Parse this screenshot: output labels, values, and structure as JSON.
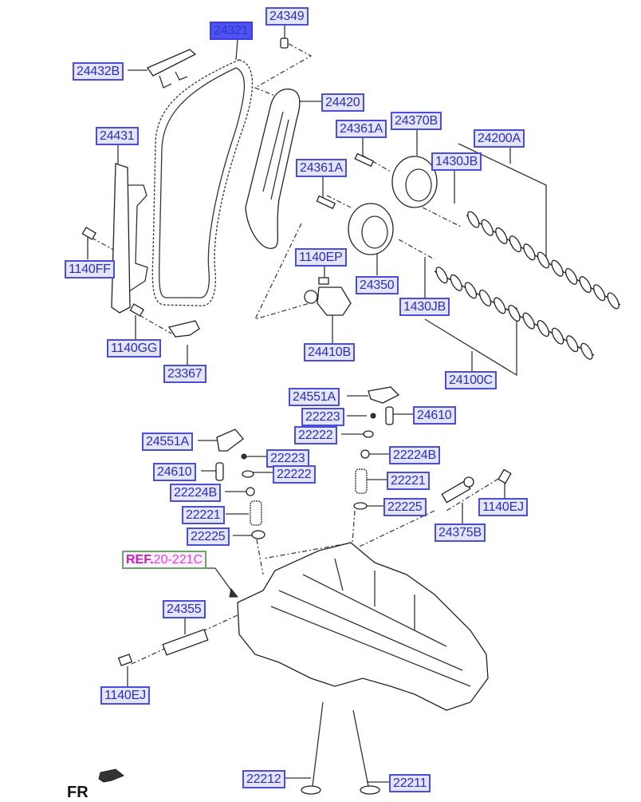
{
  "diagram": {
    "type": "exploded-parts-diagram",
    "subject": "engine timing chain, camshafts and cylinder head",
    "selected_part": "24321",
    "colors": {
      "label_border": "#4b4fd6",
      "label_fill": "#e4e4fb",
      "label_text": "#2a2fb8",
      "selected_fill": "#4e52f2",
      "ref_border": "#6aa36a",
      "ref_text": "#c020c0"
    }
  },
  "labels": {
    "l24349": "24349",
    "l24321": "24321",
    "l24432B": "24432B",
    "l24420": "24420",
    "l24431": "24431",
    "l24361A_1": "24361A",
    "l24370B": "24370B",
    "l24200A": "24200A",
    "l24361A_2": "24361A",
    "l1430JB_1": "1430JB",
    "l1140FF": "1140FF",
    "l1140EP": "1140EP",
    "l24350": "24350",
    "l1430JB_2": "1430JB",
    "l1140GG": "1140GG",
    "l24410B": "24410B",
    "l23367": "23367",
    "l24100C": "24100C",
    "l24551A_1": "24551A",
    "l22223_1": "22223",
    "l24610_1": "24610",
    "l22222_1": "22222",
    "l24551A_2": "24551A",
    "l22224B_1": "22224B",
    "l22223_2": "22223",
    "l24610_2": "24610",
    "l22222_2": "22222",
    "l22221_1": "22221",
    "l22224B_2": "22224B",
    "l1140EJ_1": "1140EJ",
    "l22225_1": "22225",
    "l22221_2": "22221",
    "l24375B": "24375B",
    "l22225_2": "22225",
    "l24355": "24355",
    "l1140EJ_2": "1140EJ",
    "l22212": "22212",
    "l22211": "22211"
  },
  "reference": {
    "prefix": "REF.",
    "code": "20-221C"
  },
  "direction_indicator": {
    "text": "FR",
    "icon": "front-direction-arrow-icon"
  }
}
